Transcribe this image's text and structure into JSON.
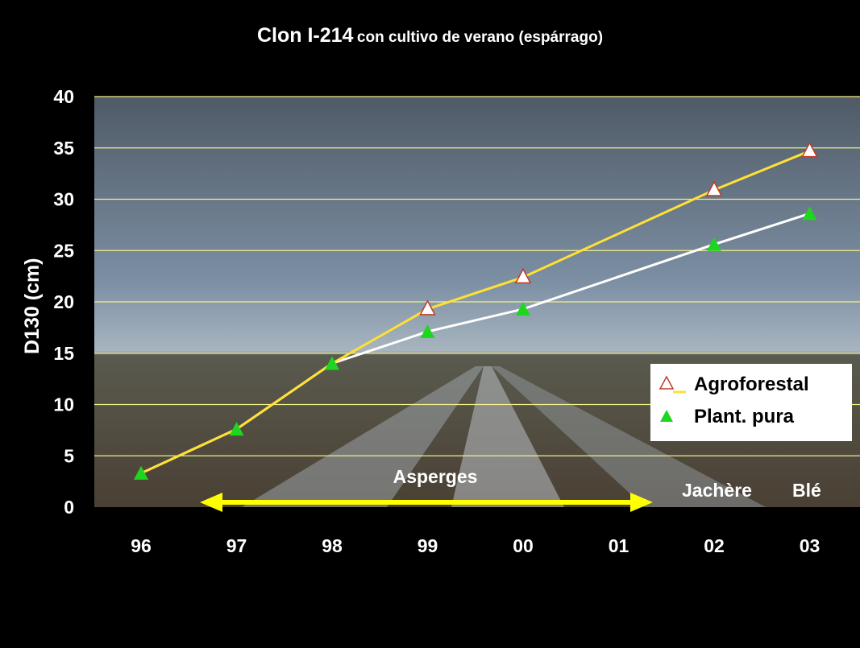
{
  "title_main": "Clon I-214",
  "title_sub": "con cultivo de verano (espárrago)",
  "colors": {
    "background": "#000000",
    "agroforestal_line": "#ffe033",
    "plant_pura_line": "#ffffff",
    "agroforestal_marker_fill": "#ffffff",
    "agroforestal_marker_stroke": "#c0392b",
    "plant_pura_marker": "#1fd61f",
    "gridline": "#f2f08a",
    "arrow": "#ffff00"
  },
  "chart_data": {
    "type": "line",
    "ylabel": "D130 (cm)",
    "xlabel": "",
    "categories": [
      "96",
      "97",
      "98",
      "99",
      "00",
      "01",
      "02",
      "03"
    ],
    "ylim": [
      0,
      40
    ],
    "yticks": [
      "0",
      "5",
      "10",
      "15",
      "20",
      "25",
      "30",
      "35",
      "40"
    ],
    "grid": true,
    "legend_position": "right",
    "series": [
      {
        "name": "Agroforestal",
        "values": [
          3.3,
          7.6,
          14.0,
          19.3,
          22.4,
          null,
          30.9,
          34.7
        ],
        "marker": "open-triangle"
      },
      {
        "name": "Plant. pura",
        "values": [
          3.3,
          7.6,
          14.0,
          17.1,
          19.3,
          null,
          25.6,
          28.6
        ],
        "marker": "filled-triangle"
      }
    ],
    "annotations": {
      "asperges": "Asperges",
      "jachere": "Jachère",
      "ble": "Blé"
    }
  }
}
